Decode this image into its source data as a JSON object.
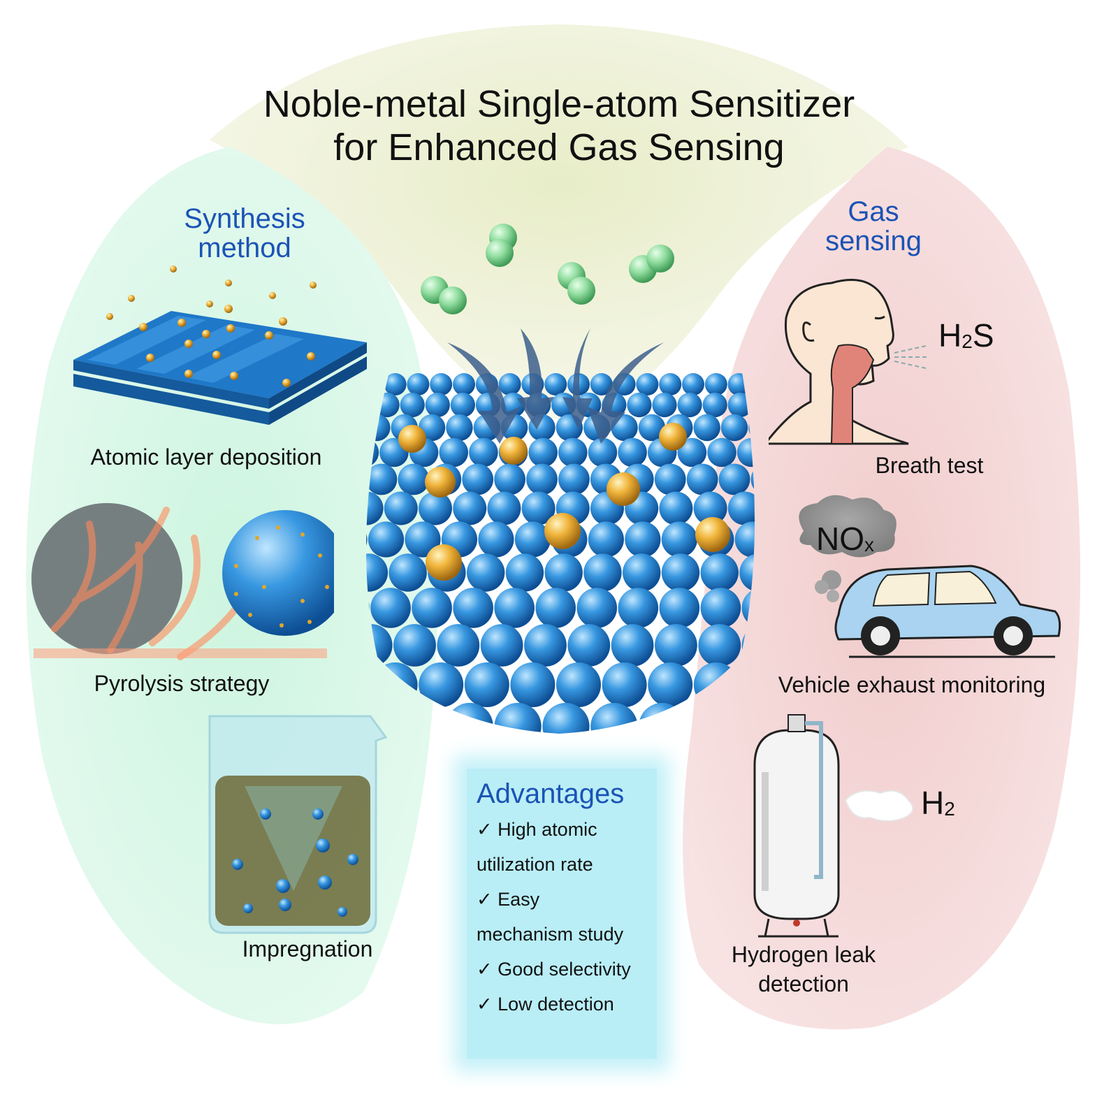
{
  "title": "Noble-metal Single-atom Sensitizer for Enhanced Gas Sensing",
  "synthesis": {
    "heading_line1": "Synthesis",
    "heading_line2": "method",
    "items": [
      "Atomic layer deposition",
      "Pyrolysis strategy",
      "Impregnation"
    ]
  },
  "sensing": {
    "heading_line1": "Gas",
    "heading_line2": "sensing",
    "items": [
      "Breath test",
      "Vehicle exhaust monitoring",
      "Hydrogen leak",
      "detection"
    ],
    "gases": {
      "h2s_main": "H",
      "h2s_sub": "2",
      "h2s_tail": "S",
      "nox_main": "NO",
      "nox_sub": "x",
      "h2_main": "H",
      "h2_sub": "2"
    }
  },
  "advantages": {
    "title": "Advantages",
    "lines": [
      "✓ High atomic",
      "utilization rate",
      "✓ Easy",
      "mechanism study",
      "✓ Good selectivity",
      "✓ Low detection"
    ]
  },
  "colors": {
    "synthesis_bg": "#d9f7e9",
    "sensing_bg": "#f4d6d6",
    "top_bg": "#eef1d8",
    "heading_blue": "#1b53b5",
    "support_atom": "#2f8fd8",
    "single_atom": "#e3a628",
    "gas_molecule": "#7fd694"
  }
}
